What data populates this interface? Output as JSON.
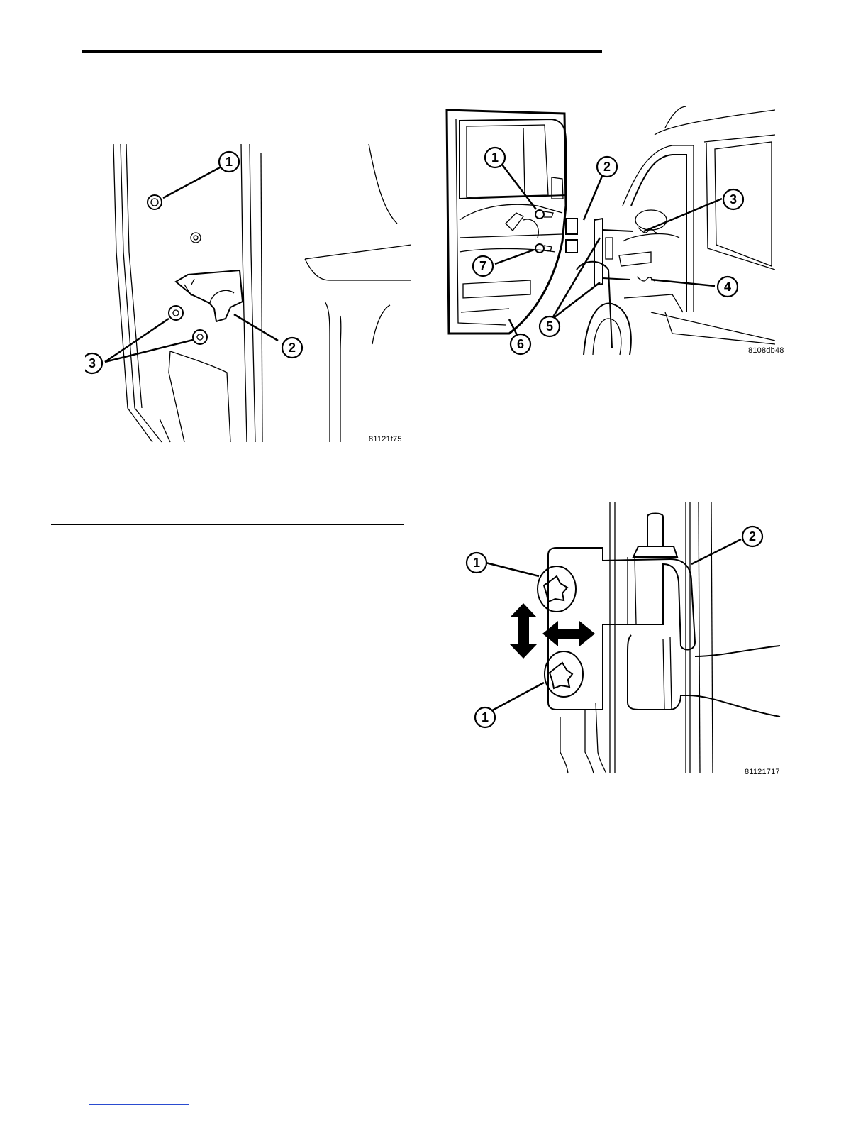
{
  "figures": {
    "striker": {
      "code": "81121f75",
      "callouts": [
        "1",
        "2",
        "3"
      ]
    },
    "door_hinges": {
      "code": "8108db48",
      "callouts": [
        "1",
        "2",
        "3",
        "4",
        "5",
        "6",
        "7"
      ]
    },
    "hinge_adjust": {
      "code": "81121717",
      "callouts": [
        "1",
        "1",
        "2"
      ]
    }
  },
  "colors": {
    "ink": "#000000",
    "link": "#2a4bd0"
  }
}
